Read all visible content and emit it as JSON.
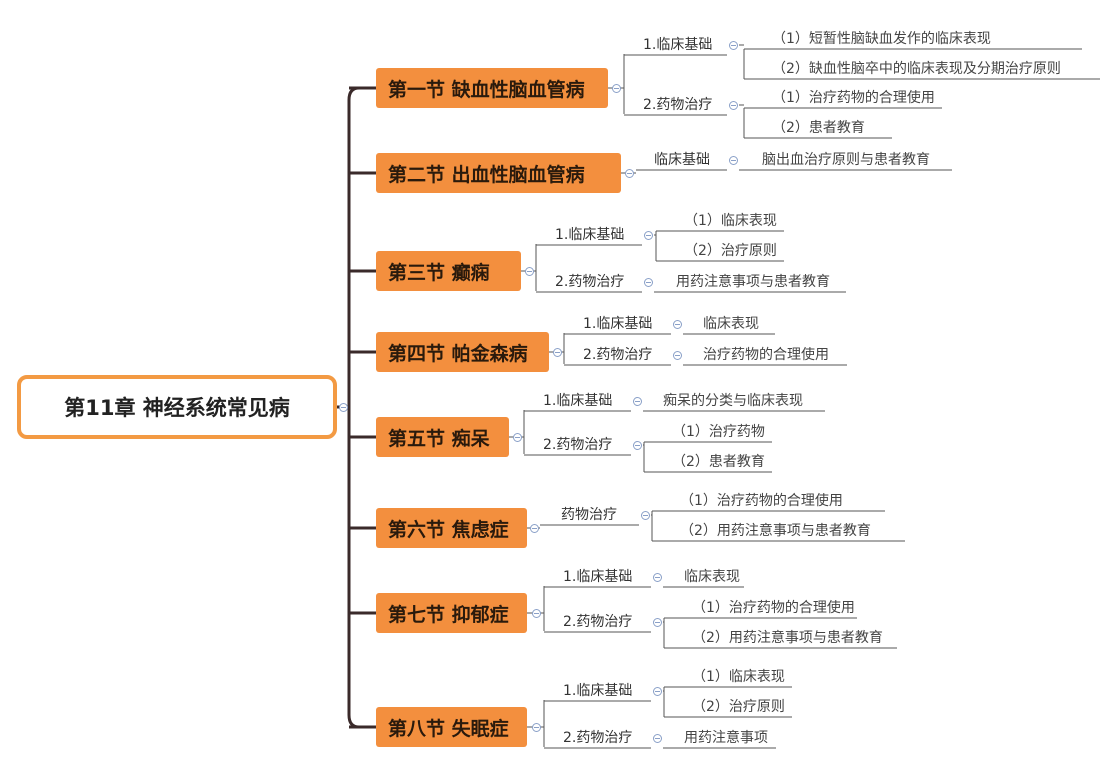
{
  "root": {
    "title": "第11章 神经系统常见病"
  },
  "sections": [
    {
      "title": "第一节 缺血性脑血管病",
      "branches": [
        {
          "label": "1.临床基础",
          "items": [
            "（1）短暂性脑缺血发作的临床表现",
            "（2）缺血性脑卒中的临床表现及分期治疗原则"
          ]
        },
        {
          "label": "2.药物治疗",
          "items": [
            "（1）治疗药物的合理使用",
            "（2）患者教育"
          ]
        }
      ]
    },
    {
      "title": "第二节 出血性脑血管病",
      "branches": [
        {
          "label": "临床基础",
          "items": [
            "脑出血治疗原则与患者教育"
          ]
        }
      ]
    },
    {
      "title": "第三节 癫痫",
      "branches": [
        {
          "label": "1.临床基础",
          "items": [
            "（1）临床表现",
            "（2）治疗原则"
          ]
        },
        {
          "label": "2.药物治疗",
          "items": [
            "用药注意事项与患者教育"
          ]
        }
      ]
    },
    {
      "title": "第四节 帕金森病",
      "branches": [
        {
          "label": "1.临床基础",
          "items": [
            "临床表现"
          ]
        },
        {
          "label": "2.药物治疗",
          "items": [
            "治疗药物的合理使用"
          ]
        }
      ]
    },
    {
      "title": "第五节 痴呆",
      "branches": [
        {
          "label": "1.临床基础",
          "items": [
            "痴呆的分类与临床表现"
          ]
        },
        {
          "label": "2.药物治疗",
          "items": [
            "（1）治疗药物",
            "（2）患者教育"
          ]
        }
      ]
    },
    {
      "title": "第六节 焦虑症",
      "branches": [
        {
          "label": "药物治疗",
          "items": [
            "（1）治疗药物的合理使用",
            "（2）用药注意事项与患者教育"
          ]
        }
      ]
    },
    {
      "title": "第七节 抑郁症",
      "branches": [
        {
          "label": "1.临床基础",
          "items": [
            "临床表现"
          ]
        },
        {
          "label": "2.药物治疗",
          "items": [
            "（1）治疗药物的合理使用",
            "（2）用药注意事项与患者教育"
          ]
        }
      ]
    },
    {
      "title": "第八节 失眠症",
      "branches": [
        {
          "label": "1.临床基础",
          "items": [
            "（1）临床表现",
            "（2）治疗原则"
          ]
        },
        {
          "label": "2.药物治疗",
          "items": [
            "用药注意事项"
          ]
        }
      ]
    }
  ]
}
